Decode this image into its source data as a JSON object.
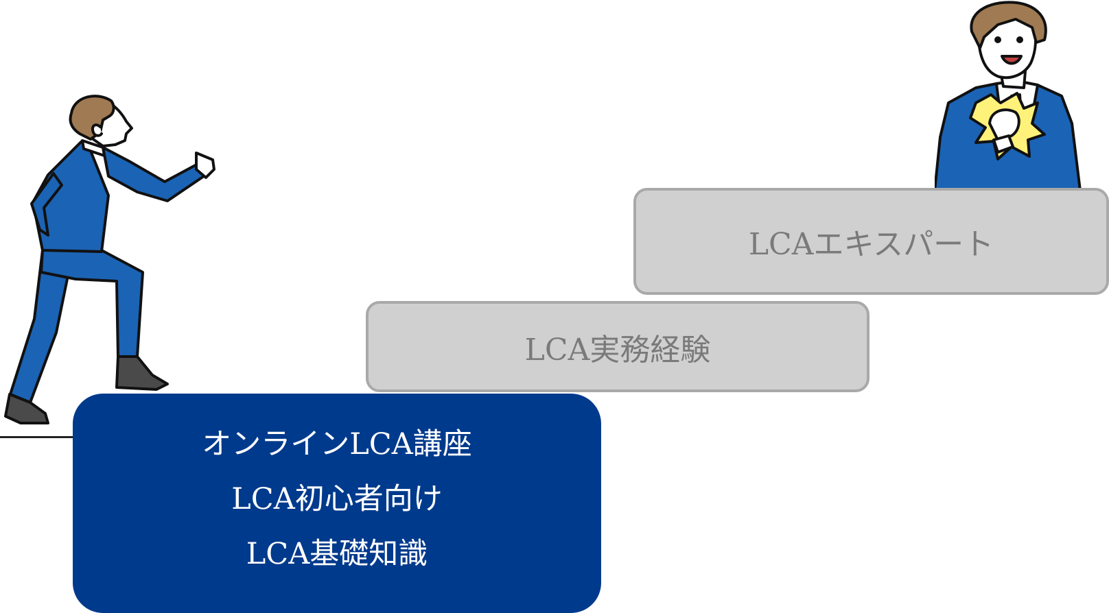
{
  "steps": {
    "basic": {
      "lines": [
        "オンラインLCA講座",
        "LCA初心者向け",
        "LCA基礎知識"
      ]
    },
    "practice": {
      "label": "LCA実務経験"
    },
    "expert": {
      "label": "LCAエキスパート"
    }
  },
  "colors": {
    "basic_fill": "#003a8c",
    "step_fill_gray": "#d0d0d0",
    "step_border_gray": "#a9a9a9",
    "suit_blue": "#1b63b5",
    "text_gray": "#7a7a7a"
  },
  "illustrations": {
    "climber": "climbing-businessman-icon",
    "expert": "confident-businessman-icon"
  }
}
